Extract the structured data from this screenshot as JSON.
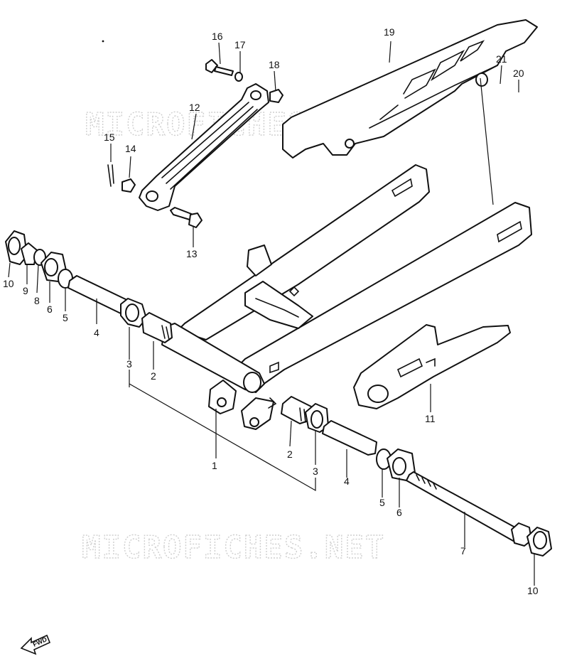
{
  "watermark": {
    "text": "MICROFICHES.NET"
  },
  "direction_badge": {
    "label": "FWD"
  },
  "callouts": [
    {
      "id": "c1",
      "label": "1"
    },
    {
      "id": "c2a",
      "label": "2"
    },
    {
      "id": "c2b",
      "label": "2"
    },
    {
      "id": "c3a",
      "label": "3"
    },
    {
      "id": "c3b",
      "label": "3"
    },
    {
      "id": "c4a",
      "label": "4"
    },
    {
      "id": "c4b",
      "label": "4"
    },
    {
      "id": "c5a",
      "label": "5"
    },
    {
      "id": "c5b",
      "label": "5"
    },
    {
      "id": "c6a",
      "label": "6"
    },
    {
      "id": "c6b",
      "label": "6"
    },
    {
      "id": "c7",
      "label": "7"
    },
    {
      "id": "c8",
      "label": "8"
    },
    {
      "id": "c9",
      "label": "9"
    },
    {
      "id": "c10a",
      "label": "10"
    },
    {
      "id": "c10b",
      "label": "10"
    },
    {
      "id": "c11",
      "label": "11"
    },
    {
      "id": "c12",
      "label": "12"
    },
    {
      "id": "c13",
      "label": "13"
    },
    {
      "id": "c14",
      "label": "14"
    },
    {
      "id": "c15",
      "label": "15"
    },
    {
      "id": "c16",
      "label": "16"
    },
    {
      "id": "c17",
      "label": "17"
    },
    {
      "id": "c18",
      "label": "18"
    },
    {
      "id": "c19",
      "label": "19"
    },
    {
      "id": "c20",
      "label": "20"
    },
    {
      "id": "c21",
      "label": "21"
    }
  ]
}
